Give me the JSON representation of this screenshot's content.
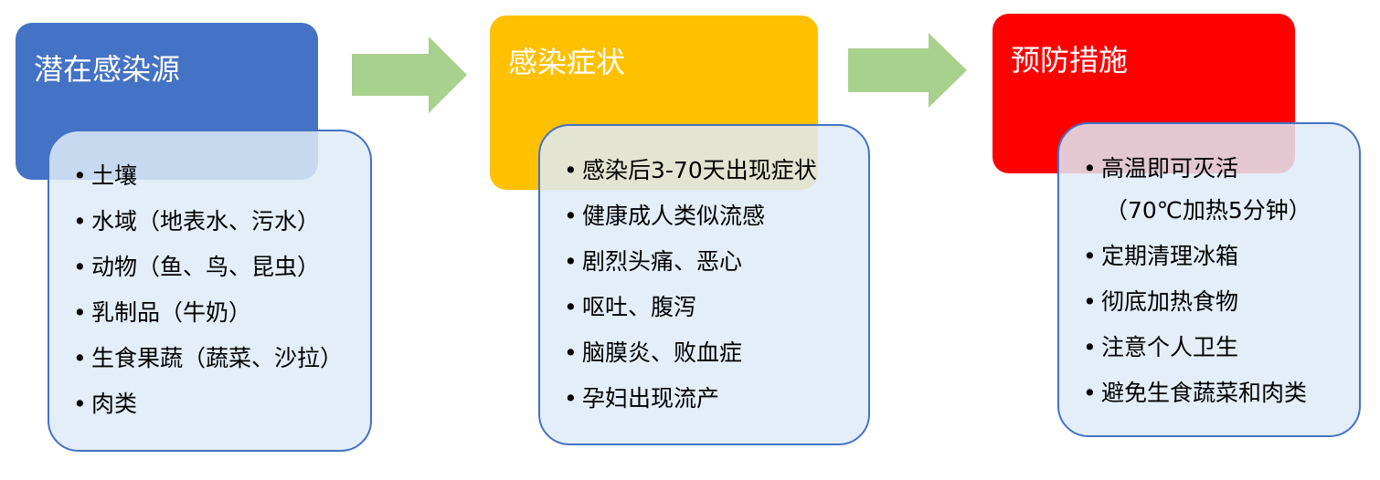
{
  "stages": [
    {
      "title": "潜在感染源",
      "color": "#4472c4",
      "items": [
        "土壤",
        "水域（地表水、污水）",
        "动物（鱼、鸟、昆虫）",
        "乳制品（牛奶）",
        "生食果蔬（蔬菜、沙拉）",
        "肉类"
      ]
    },
    {
      "title": "感染症状",
      "color": "#ffc000",
      "items": [
        "感染后3-70天出现症状",
        "健康成人类似流感",
        "剧烈头痛、恶心",
        "呕吐、腹泻",
        "脑膜炎、败血症",
        "孕妇出现流产"
      ]
    },
    {
      "title": "预防措施",
      "color": "#ff0000",
      "items": [
        "高温即可灭活",
        "定期清理冰箱",
        "彻底加热食物",
        "注意个人卫生",
        "避免生食蔬菜和肉类"
      ],
      "item0_sub": "（70℃加热5分钟）"
    }
  ],
  "arrows": {
    "color": "#a9d18e",
    "icon": "right-arrow-icon"
  },
  "list_box": {
    "fill": "#deebf7",
    "border": "#4472c4"
  }
}
